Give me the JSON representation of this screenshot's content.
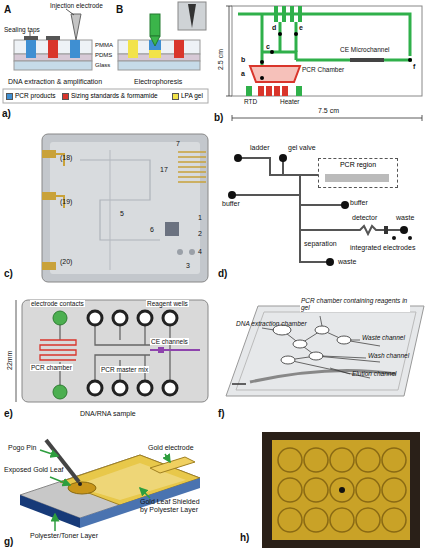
{
  "diagram": {
    "nodes": [
      {
        "text": [
          "PCR region"
        ]
      }
    ],
    "labels": [
      "A",
      "B",
      "Injection electrode",
      "Sealing taps",
      "PMMA",
      "PDMS",
      "Glass",
      "DNA extraction & amplification",
      "Electrophoresis",
      "a)",
      "2.5 cm",
      "7.5 cm",
      "a",
      "b",
      "c",
      "d",
      "e",
      "f",
      "PCR Chamber",
      "CE Microchannel",
      "RTD",
      "Heater",
      "b)",
      "(18)",
      "(19)",
      "(20)",
      "7",
      "17",
      "5",
      "6",
      "3",
      "4",
      "2",
      "1",
      "c)",
      "ladder",
      "gel valve",
      "buffer",
      "buffer",
      "detector",
      "waste",
      "waste",
      "separation",
      "integrated electrodes",
      "d)",
      "electrode contacts",
      "Reagent wells",
      "CE channels",
      "22mm",
      "PCR chamber",
      "PCR master mix",
      "DNA/RNA sample",
      "e)",
      "PCR chamber containing reagents in gel",
      "DNA extraction chamber",
      "Waste channel",
      "Wash channel",
      "Elution channel",
      "f)",
      "Pogo Pin",
      "Exposed Gold Leaf",
      "Gold electrode",
      "Gold Leaf Shielded by Polyester Layer",
      "Polyester/Toner Layer",
      "g)",
      "h)"
    ],
    "legend": [
      {
        "text": "PCR products",
        "color": "#3f8fd2"
      },
      {
        "text": "Sizing standards & formamide",
        "color": "#d9352b"
      },
      {
        "text": "LPA gel",
        "color": "#f2e34a"
      }
    ]
  }
}
